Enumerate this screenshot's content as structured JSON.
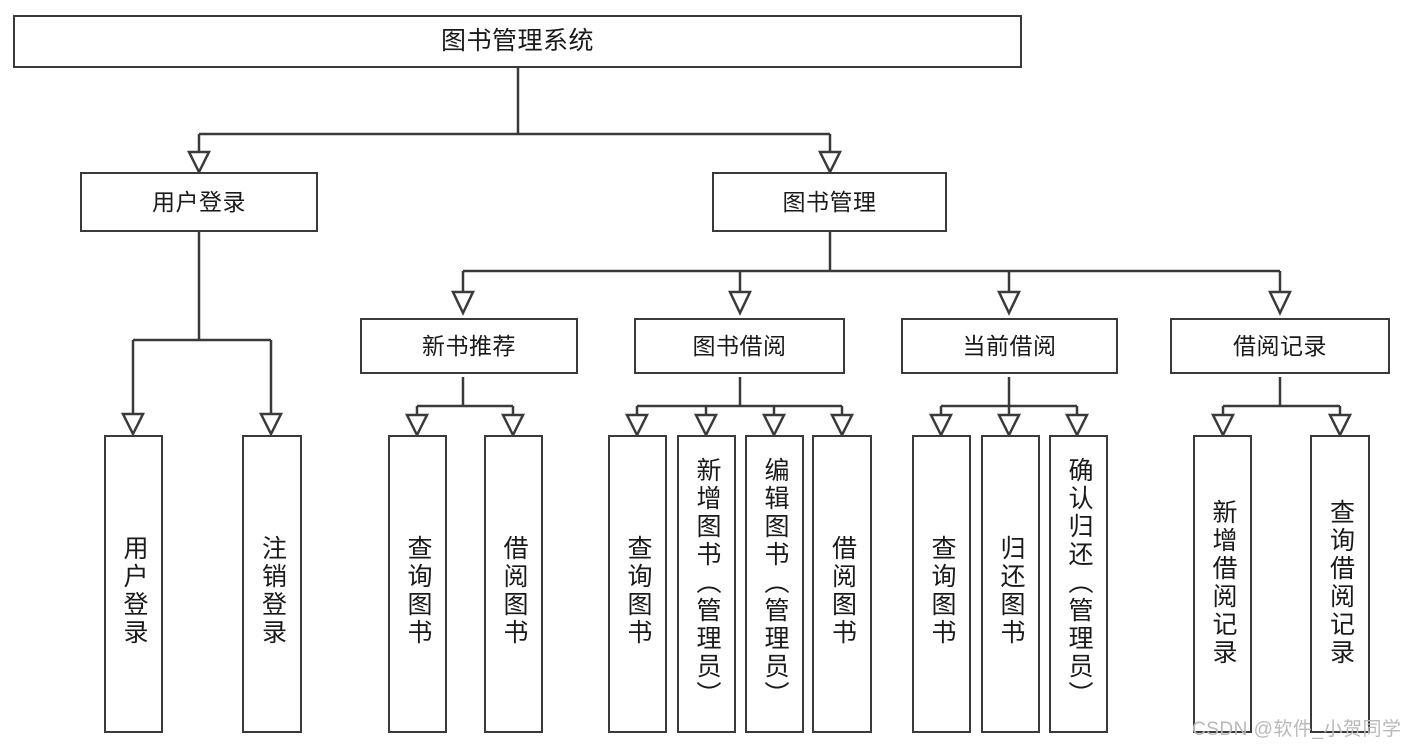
{
  "diagram": {
    "title": "图书管理系统",
    "root": {
      "label": "图书管理系统"
    },
    "level1": [
      {
        "label": "用户登录"
      },
      {
        "label": "图书管理"
      }
    ],
    "level2": [
      {
        "label": "新书推荐"
      },
      {
        "label": "图书借阅"
      },
      {
        "label": "当前借阅"
      },
      {
        "label": "借阅记录"
      }
    ],
    "leaves": {
      "user_login": [
        {
          "label": "用户登录"
        },
        {
          "label": "注销登录"
        }
      ],
      "new_book_recommend": [
        {
          "label": "查询图书"
        },
        {
          "label": "借阅图书"
        }
      ],
      "book_borrow": [
        {
          "label": "查询图书"
        },
        {
          "label": "新增图书（管理员）"
        },
        {
          "label": "编辑图书（管理员）"
        },
        {
          "label": "借阅图书"
        }
      ],
      "current_borrow": [
        {
          "label": "查询图书"
        },
        {
          "label": "归还图书"
        },
        {
          "label": "确认归还（管理员）"
        }
      ],
      "borrow_records": [
        {
          "label": "新增借阅记录"
        },
        {
          "label": "查询借阅记录"
        }
      ]
    },
    "watermark": "CSDN @软件_小贺同学",
    "colors": {
      "stroke": "#3a3a3a",
      "background": "#ffffff",
      "text": "#1a1a1a",
      "watermark": "#b9b9b9"
    }
  }
}
